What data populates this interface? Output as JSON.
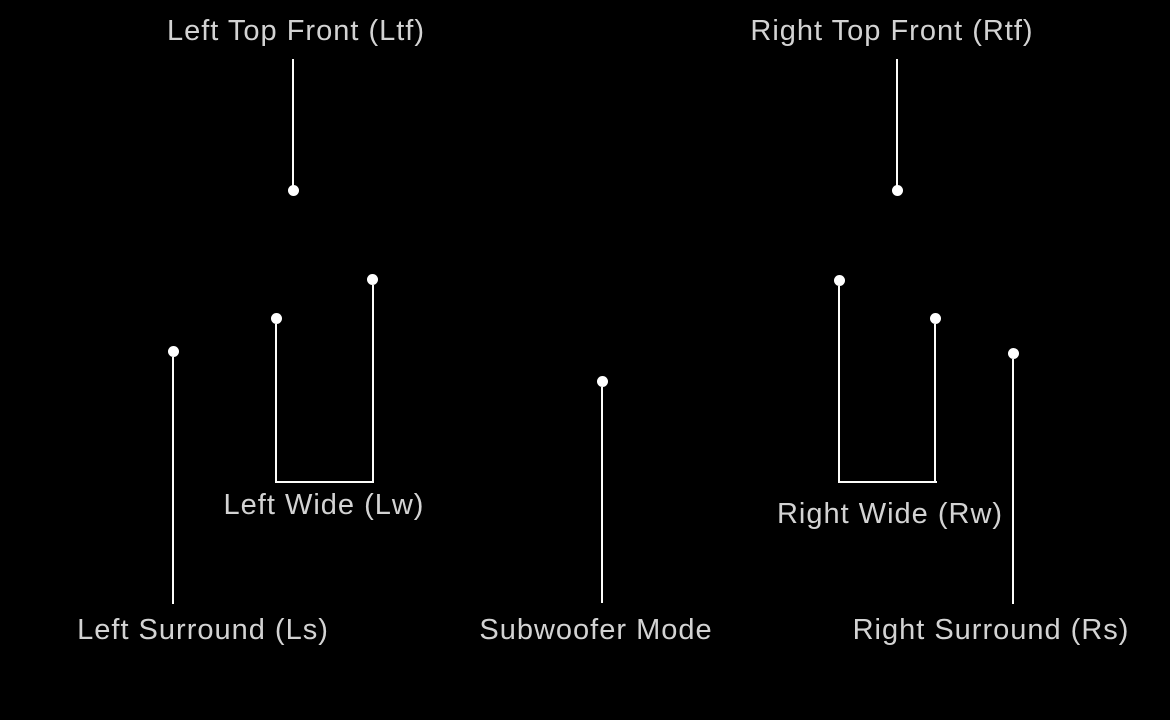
{
  "colors": {
    "background": "#000000",
    "label_text": "#d3d3d3",
    "line": "#fcfcfa",
    "dot": "#ffffff"
  },
  "callouts": {
    "left_top_front": {
      "label": "Left Top Front (Ltf)"
    },
    "right_top_front": {
      "label": "Right Top Front (Rtf)"
    },
    "left_wide": {
      "label": "Left Wide (Lw)"
    },
    "right_wide": {
      "label": "Right Wide (Rw)"
    },
    "left_surround": {
      "label": "Left Surround (Ls)"
    },
    "subwoofer": {
      "label": "Subwoofer Mode"
    },
    "right_surround": {
      "label": "Right Surround (Rs)"
    }
  }
}
